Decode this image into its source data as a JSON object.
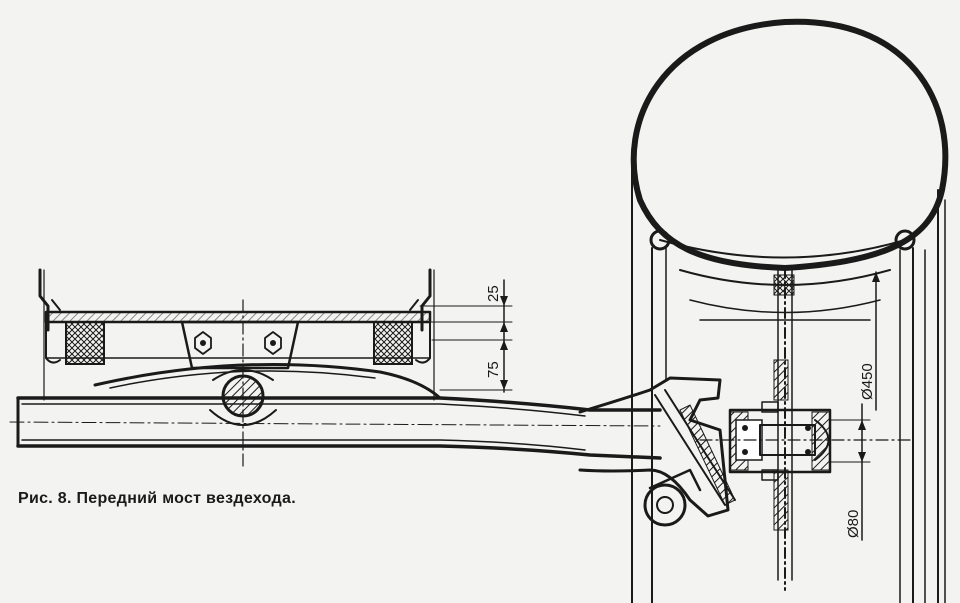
{
  "figure": {
    "caption": "Рис. 8. Передний мост вездехода.",
    "dimensions": {
      "d25": "25",
      "d75": "75",
      "dia450": "Ø450",
      "dia80": "Ø80"
    }
  }
}
